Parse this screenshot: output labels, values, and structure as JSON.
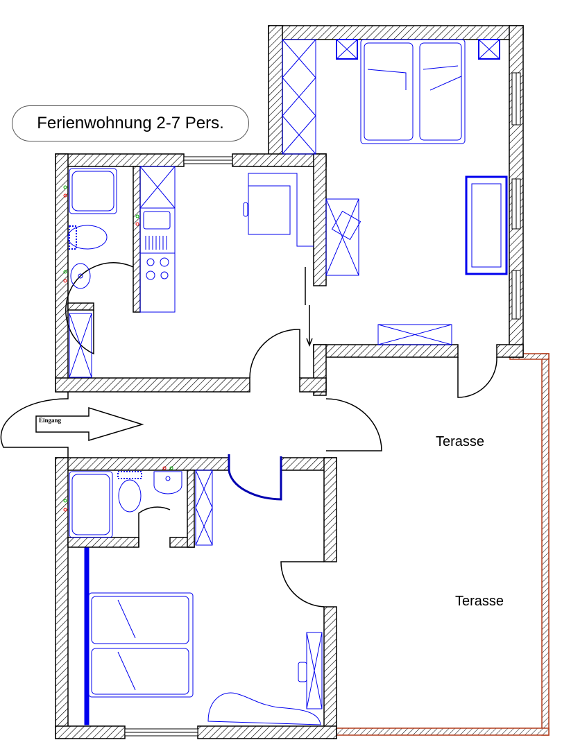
{
  "title": "Ferienwohnung 2-7 Pers.",
  "entrance_label": "Eingang",
  "terrace_labels": [
    "Terasse",
    "Terasse"
  ],
  "colors": {
    "wall": "#000000",
    "furniture": "#0000ee",
    "terrace": "#b03a1a"
  }
}
